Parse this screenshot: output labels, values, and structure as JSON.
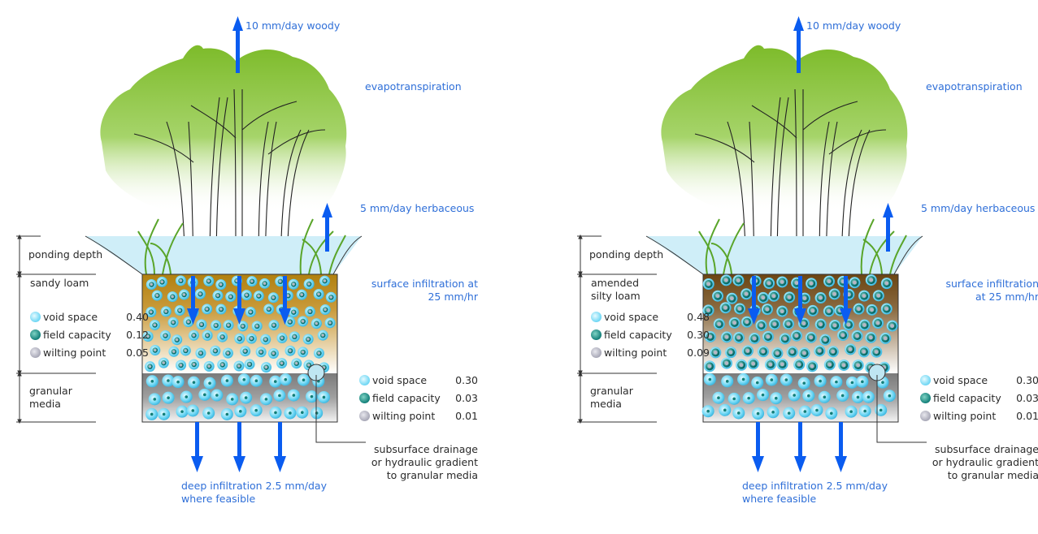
{
  "colors": {
    "label_blue": "#2f6fd8",
    "arrow_blue": "#0a5cf0",
    "water": "#bfe6f2",
    "canopy_green": "#7dbb2a",
    "sandy_loam": "#b0800f",
    "silty_loam": "#6b4513",
    "granular_media": "#7a7a7a",
    "void_particle": "#6cd6f4",
    "field_particle": "#117e78",
    "wilting_particle": "#a7a7b6"
  },
  "panels": [
    {
      "id": "sandy-loam",
      "labels": {
        "woody": "10 mm/day woody",
        "evapotranspiration": "evapotranspiration",
        "herbaceous": "5 mm/day herbaceous",
        "surface_infiltration_line1": "surface infiltration at",
        "surface_infiltration_line2": "25 mm/hr",
        "deep_infiltration_line1": "deep infiltration 2.5 mm/day",
        "deep_infiltration_line2": "where feasible",
        "drainage_line1": "subsurface drainage",
        "drainage_line2": "or hydraulic gradient",
        "drainage_line3": "to granular media"
      },
      "layers": {
        "ponding": "ponding depth",
        "soil_line1": "sandy loam",
        "soil_line2": "",
        "granular_line1": "granular",
        "granular_line2": "media"
      },
      "soil_legend": [
        {
          "icon": "void-space-icon",
          "name": "void space",
          "value": "0.40"
        },
        {
          "icon": "field-capacity-icon",
          "name": "field capacity",
          "value": "0.12"
        },
        {
          "icon": "wilting-point-icon",
          "name": "wilting point",
          "value": "0.05"
        }
      ],
      "media_legend": [
        {
          "icon": "void-space-icon",
          "name": "void space",
          "value": "0.30"
        },
        {
          "icon": "field-capacity-icon",
          "name": "field capacity",
          "value": "0.03"
        },
        {
          "icon": "wilting-point-icon",
          "name": "wilting point",
          "value": "0.01"
        }
      ]
    },
    {
      "id": "amended-silty-loam",
      "labels": {
        "woody": "10 mm/day woody",
        "evapotranspiration": "evapotranspiration",
        "herbaceous": "5 mm/day herbaceous",
        "surface_infiltration_line1": "surface infiltration",
        "surface_infiltration_line2": "at 25 mm/hr",
        "deep_infiltration_line1": "deep infiltration 2.5 mm/day",
        "deep_infiltration_line2": "where feasible",
        "drainage_line1": "subsurface drainage",
        "drainage_line2": "or hydraulic gradient",
        "drainage_line3": "to granular media"
      },
      "layers": {
        "ponding": "ponding depth",
        "soil_line1": "amended",
        "soil_line2": "silty loam",
        "granular_line1": "granular",
        "granular_line2": "media"
      },
      "soil_legend": [
        {
          "icon": "void-space-icon",
          "name": "void space",
          "value": "0.48"
        },
        {
          "icon": "field-capacity-icon",
          "name": "field capacity",
          "value": "0.30"
        },
        {
          "icon": "wilting-point-icon",
          "name": "wilting point",
          "value": "0.09"
        }
      ],
      "media_legend": [
        {
          "icon": "void-space-icon",
          "name": "void space",
          "value": "0.30"
        },
        {
          "icon": "field-capacity-icon",
          "name": "field capacity",
          "value": "0.03"
        },
        {
          "icon": "wilting-point-icon",
          "name": "wilting point",
          "value": "0.01"
        }
      ]
    }
  ]
}
